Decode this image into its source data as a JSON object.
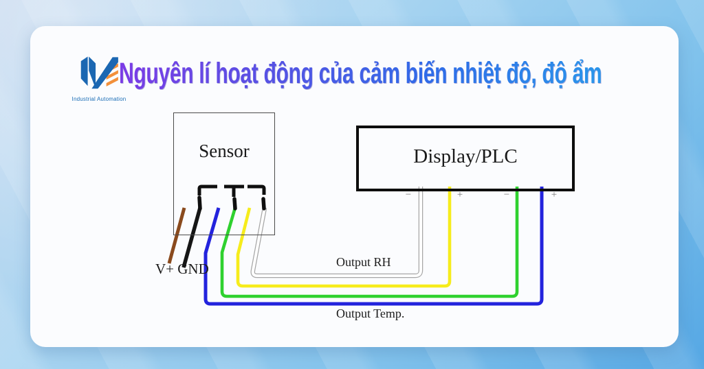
{
  "brand": {
    "caption": "Industrial Automation",
    "logo_blue": "#1b67b2",
    "logo_orange": "#f2903a"
  },
  "title": {
    "text": "Nguyên lí hoạt động của cảm biến nhiệt độ, độ ẩm"
  },
  "diagram": {
    "sensor_label": "Sensor",
    "display_label": "Display/PLC",
    "supply_label": "V+ GND",
    "output_rh_label": "Output RH",
    "output_temp_label": "Output Temp.",
    "terminals": [
      {
        "sign": "−",
        "wire": "white"
      },
      {
        "sign": "+",
        "wire": "yellow"
      },
      {
        "sign": "−",
        "wire": "green"
      },
      {
        "sign": "+",
        "wire": "blue"
      }
    ],
    "wire_colors": {
      "vplus_brown": "#8a4a1d",
      "gnd_black": "#161616",
      "temp_blue": "#2323dd",
      "temp_green": "#2fd12f",
      "rh_yellow": "#f6ec1c",
      "rh_white_core": "#ffffff",
      "rh_white_edge": "#a6a6a6",
      "pin_black": "#0f0f0f"
    }
  }
}
